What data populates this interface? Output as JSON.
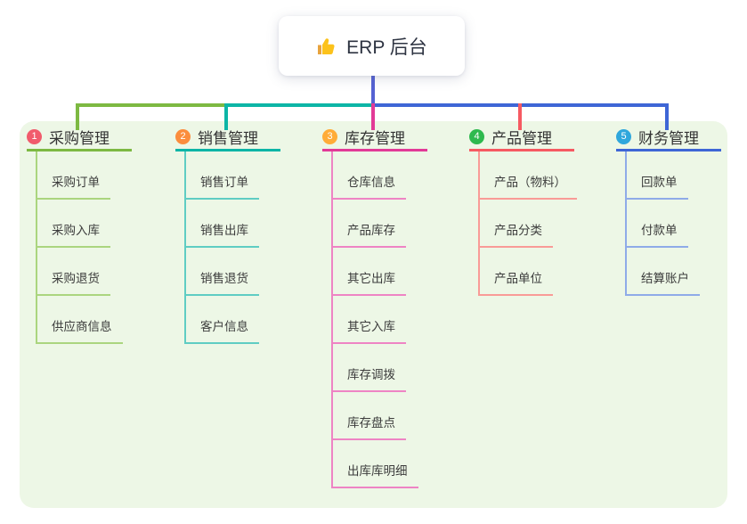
{
  "root": {
    "icon": "thumbs-up-icon",
    "label": "ERP 后台",
    "stem_color": "#5562d3"
  },
  "panel_color": "#edf7e6",
  "branches": [
    {
      "num": "1",
      "label": "采购管理",
      "color": "#7db942",
      "light": "#abd57f",
      "badge": "#f15b6c",
      "children": [
        "采购订单",
        "采购入库",
        "采购退货",
        "供应商信息"
      ]
    },
    {
      "num": "2",
      "label": "销售管理",
      "color": "#0cb5a6",
      "light": "#5fcdc3",
      "badge": "#fb8d3d",
      "children": [
        "销售订单",
        "销售出库",
        "销售退货",
        "客户信息"
      ]
    },
    {
      "num": "3",
      "label": "库存管理",
      "color": "#e23a97",
      "light": "#ee84c4",
      "badge": "#ffac38",
      "children": [
        "仓库信息",
        "产品库存",
        "其它出库",
        "其它入库",
        "库存调拨",
        "库存盘点",
        "出库库明细"
      ]
    },
    {
      "num": "4",
      "label": "产品管理",
      "color": "#f65a62",
      "light": "#f99b97",
      "badge": "#2eb94e",
      "children": [
        "产品（物料）",
        "产品分类",
        "产品单位"
      ]
    },
    {
      "num": "5",
      "label": "财务管理",
      "color": "#3e66d6",
      "light": "#8fabe8",
      "badge": "#2fa7dc",
      "children": [
        "回款单",
        "付款单",
        "结算账户"
      ]
    }
  ]
}
